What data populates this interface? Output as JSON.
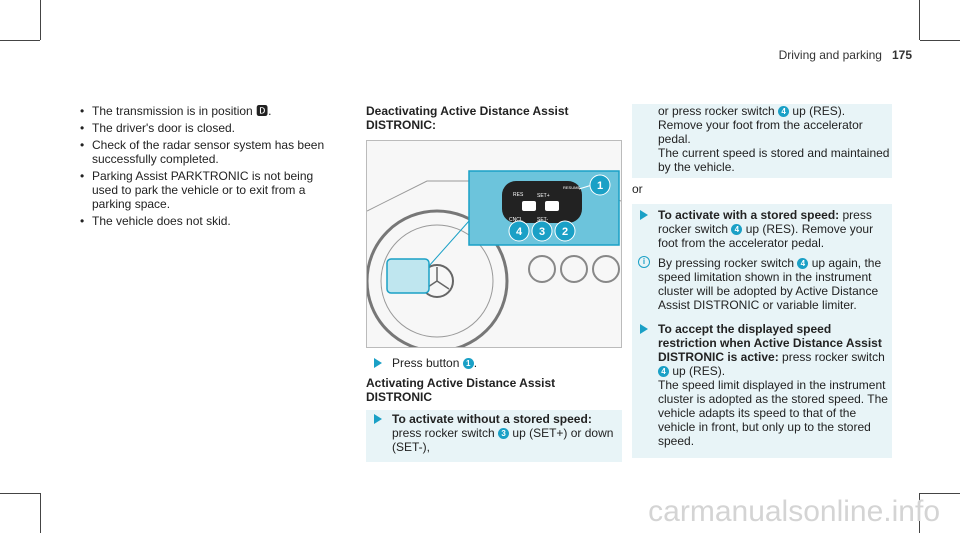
{
  "header": {
    "section": "Driving and parking",
    "page": "175"
  },
  "col1": {
    "bullets": [
      "The transmission is in position 🅳.",
      "The driver's door is closed.",
      "Check of the radar sensor system has been successfully completed.",
      "Parking Assist PARKTRONIC is not being used to park the vehicle or to exit from a parking space.",
      "The vehicle does not skid."
    ]
  },
  "col2": {
    "deactivating_title": "Deactivating Active Distance Assist DISTRONIC:",
    "press_button": "Press button",
    "press_button_num": "1",
    "activating_title": "Activating Active Distance Assist DISTRONIC",
    "without_stored_bold": "To activate without a stored speed:",
    "without_stored_text_a": "press rocker switch",
    "without_stored_num": "3",
    "without_stored_text_b": "up (SET+) or down (SET-),"
  },
  "figure": {
    "callouts": [
      "1",
      "4",
      "3",
      "2"
    ],
    "labels": {
      "resume": "RESUME",
      "res": "RES",
      "set_plus": "SET+",
      "set_minus": "SET-",
      "cncl": "CNCL"
    }
  },
  "col3": {
    "cont_a": "or press rocker switch",
    "cont_num": "4",
    "cont_b": "up (RES). Remove your foot from the accelerator pedal.",
    "cont_c": "The current speed is stored and maintained by the vehicle.",
    "or": "or",
    "stored_bold": "To activate with a stored speed:",
    "stored_a": "press rocker switch",
    "stored_num": "4",
    "stored_b": "up (RES). Remove your foot from the accelerator pedal.",
    "note_a": "By pressing rocker switch",
    "note_num": "4",
    "note_b": "up again, the speed limitation shown in the instrument cluster will be adopted by Active Distance Assist DISTRONIC or variable limiter.",
    "accept_bold": "To accept the displayed speed restriction when Active Distance Assist DISTRONIC is active:",
    "accept_a": "press rocker switch",
    "accept_num": "4",
    "accept_b": "up (RES).",
    "accept_c": "The speed limit displayed in the instrument cluster is adopted as the stored speed. The vehicle adapts its speed to that of the vehicle in front, but only up to the stored speed."
  },
  "watermark": "carmanualsonline.info"
}
